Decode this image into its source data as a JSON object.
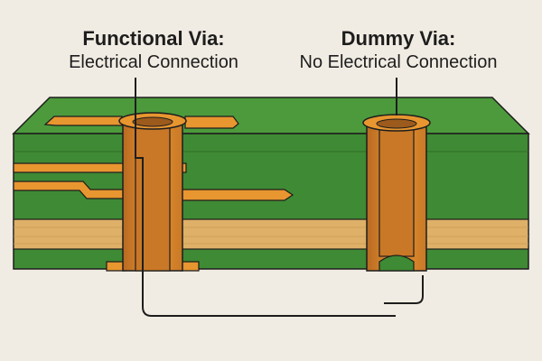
{
  "labels": {
    "functional": {
      "title": "Functional Via:",
      "subtitle": "Electrical Connection"
    },
    "dummy": {
      "title": "Dummy Via:",
      "subtitle": "No Electrical Connection"
    }
  },
  "colors": {
    "background": "#f1ece3",
    "board_green": "#3f8a34",
    "board_green_top": "#4c9a3c",
    "core_wood": "#deb068",
    "copper": "#e8962f",
    "copper_dark": "#b86a22",
    "outline": "#1d1d1d"
  }
}
